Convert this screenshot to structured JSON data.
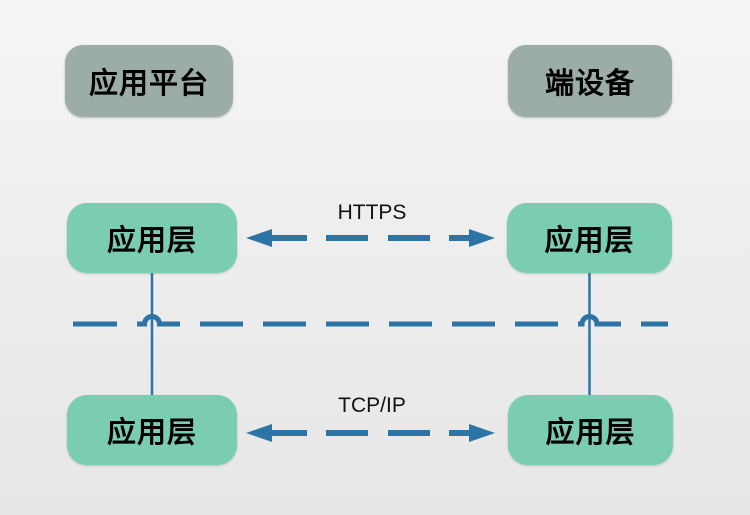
{
  "diagram": {
    "headers": [
      {
        "id": "platform",
        "label": "应用平台"
      },
      {
        "id": "device",
        "label": "端设备"
      }
    ],
    "layers": [
      {
        "id": "platform-app-layer-top",
        "label": "应用层"
      },
      {
        "id": "device-app-layer-top",
        "label": "应用层"
      },
      {
        "id": "platform-app-layer-bottom",
        "label": "应用层"
      },
      {
        "id": "device-app-layer-bottom",
        "label": "应用层"
      }
    ],
    "protocols": [
      {
        "id": "https",
        "label": "HTTPS"
      },
      {
        "id": "tcpip",
        "label": "TCP/IP"
      }
    ],
    "colors": {
      "header_box": "#9cada9",
      "layer_box": "#7accb3",
      "connector_blue": "#2d74a6",
      "background_top": "#f5f5f5",
      "background_bottom": "#e7e7e7",
      "text": "#000000"
    }
  }
}
